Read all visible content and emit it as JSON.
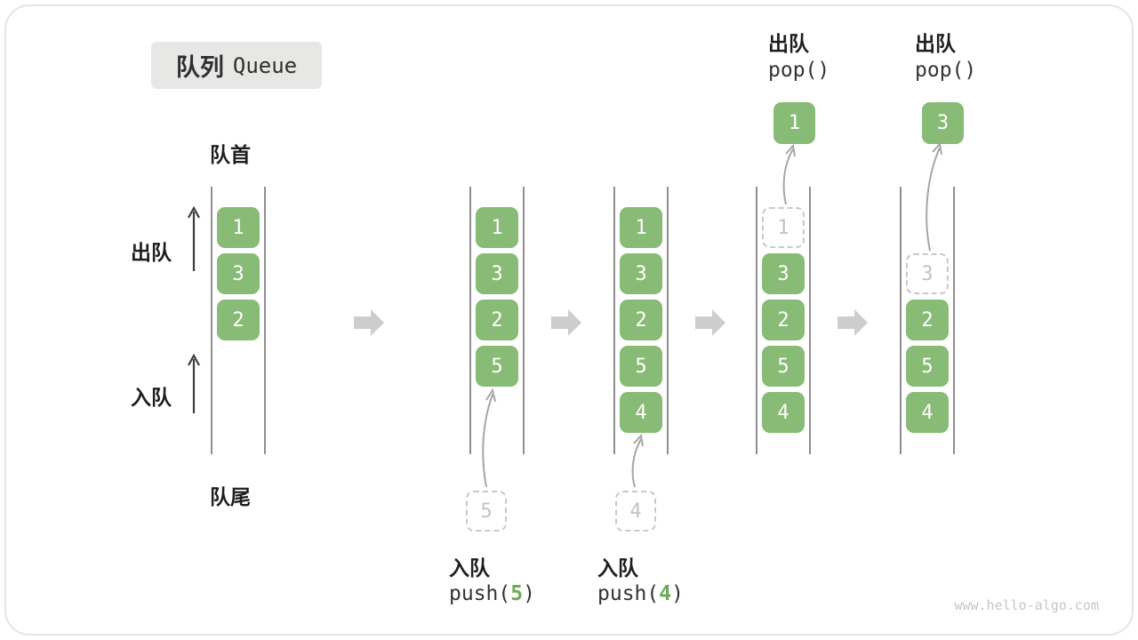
{
  "title": {
    "zh": "队列",
    "en": "Queue"
  },
  "side_labels": {
    "front": "队首",
    "rear": "队尾",
    "dequeue": "出队",
    "enqueue": "入队"
  },
  "watermark": "www.hello-algo.com",
  "colors": {
    "cell_green": "#88BB75",
    "ghost_gray": "#C9C9C9",
    "arg_green": "#6FA957",
    "wall_gray": "#8F8F8F",
    "flow_arrow_gray": "#CDCDCD"
  },
  "states": [
    {
      "cells": [
        "1",
        "3",
        "2"
      ]
    },
    {
      "cells": [
        "1",
        "3",
        "2",
        "5"
      ],
      "pending": "5",
      "op_label": "入队",
      "op_pre": "push(",
      "op_arg": "5",
      "op_post": ")"
    },
    {
      "cells": [
        "1",
        "3",
        "2",
        "5",
        "4"
      ],
      "pending": "4",
      "op_label": "入队",
      "op_pre": "push(",
      "op_arg": "4",
      "op_post": ")"
    },
    {
      "cells": [
        "3",
        "2",
        "5",
        "4"
      ],
      "ghost": "1",
      "popped": "1",
      "op_label": "出队",
      "op_code": "pop()"
    },
    {
      "cells": [
        "2",
        "5",
        "4"
      ],
      "ghost": "3",
      "popped": "3",
      "op_label": "出队",
      "op_code": "pop()"
    }
  ]
}
